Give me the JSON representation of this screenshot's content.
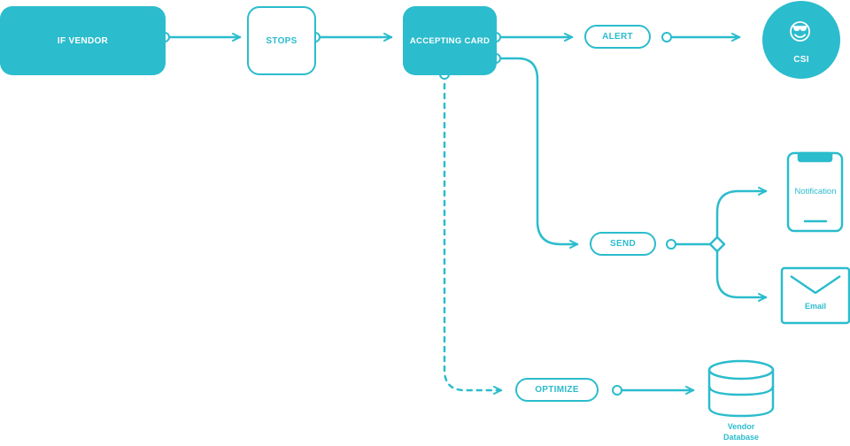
{
  "nodes": {
    "if_vendor": "IF VENDOR",
    "stops": "STOPS",
    "accepting_card": "ACCEPTING CARD",
    "alert": "ALERT",
    "csi": "CSI",
    "send": "SEND",
    "notification": "Notification",
    "email": "Email",
    "optimize": "OPTIMIZE",
    "vendor_database_line1": "Vendor",
    "vendor_database_line2": "Database"
  },
  "icons": {
    "csi": "sunglasses-emoji-icon",
    "notification": "smartphone-icon",
    "email": "envelope-icon",
    "vendor_database": "database-icon"
  },
  "colors": {
    "accent": "#2bbccd",
    "background": "#ffffff",
    "text_on_accent": "#ffffff"
  }
}
